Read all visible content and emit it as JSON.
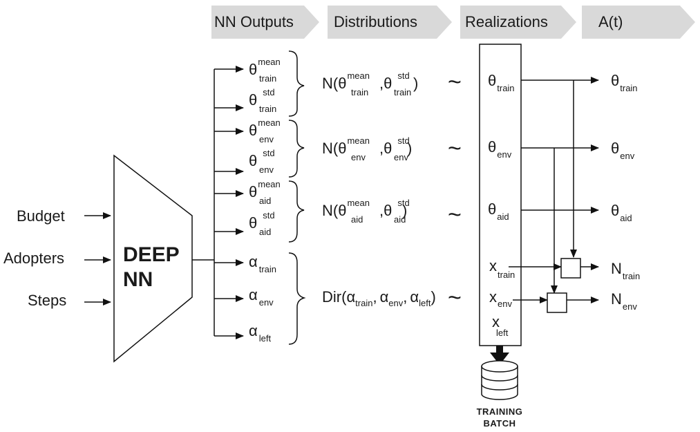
{
  "headers": [
    "NN Outputs",
    "Distributions",
    "Realizations",
    "A(t)"
  ],
  "inputs": [
    "Budget",
    "Adopters",
    "Steps"
  ],
  "network": {
    "line1": "DEEP",
    "line2": "NN"
  },
  "outputs": [
    {
      "base": "θ",
      "sub": "train",
      "sup": "mean"
    },
    {
      "base": "θ",
      "sub": "train",
      "sup": "std"
    },
    {
      "base": "θ",
      "sub": "env",
      "sup": "mean"
    },
    {
      "base": "θ",
      "sub": "env",
      "sup": "std"
    },
    {
      "base": "θ",
      "sub": "aid",
      "sup": "mean"
    },
    {
      "base": "θ",
      "sub": "aid",
      "sup": "std"
    },
    {
      "base": "α",
      "sub": "train",
      "sup": ""
    },
    {
      "base": "α",
      "sub": "env",
      "sup": ""
    },
    {
      "base": "α",
      "sub": "left",
      "sup": ""
    }
  ],
  "distributions": {
    "normal_prefix": "N(",
    "theta": "θ",
    "mean": "mean",
    "std": "std",
    "comma": ",",
    "close": ")",
    "items": [
      "train",
      "env",
      "aid"
    ],
    "dir_prefix": "Dir(",
    "alpha": "α",
    "dir_subs": [
      "train",
      "env",
      "left"
    ]
  },
  "tilde": "~",
  "realizations": [
    {
      "base": "θ",
      "sub": "train"
    },
    {
      "base": "θ",
      "sub": "env"
    },
    {
      "base": "θ",
      "sub": "aid"
    },
    {
      "base": "x",
      "sub": "train"
    },
    {
      "base": "x",
      "sub": "env"
    },
    {
      "base": "x",
      "sub": "left"
    }
  ],
  "results": [
    {
      "base": "θ",
      "sub": "train"
    },
    {
      "base": "θ",
      "sub": "env"
    },
    {
      "base": "θ",
      "sub": "aid"
    },
    {
      "base": "N",
      "sub": "train"
    },
    {
      "base": "N",
      "sub": "env"
    }
  ],
  "batch": {
    "line1": "TRAINING",
    "line2": "BATCH"
  }
}
